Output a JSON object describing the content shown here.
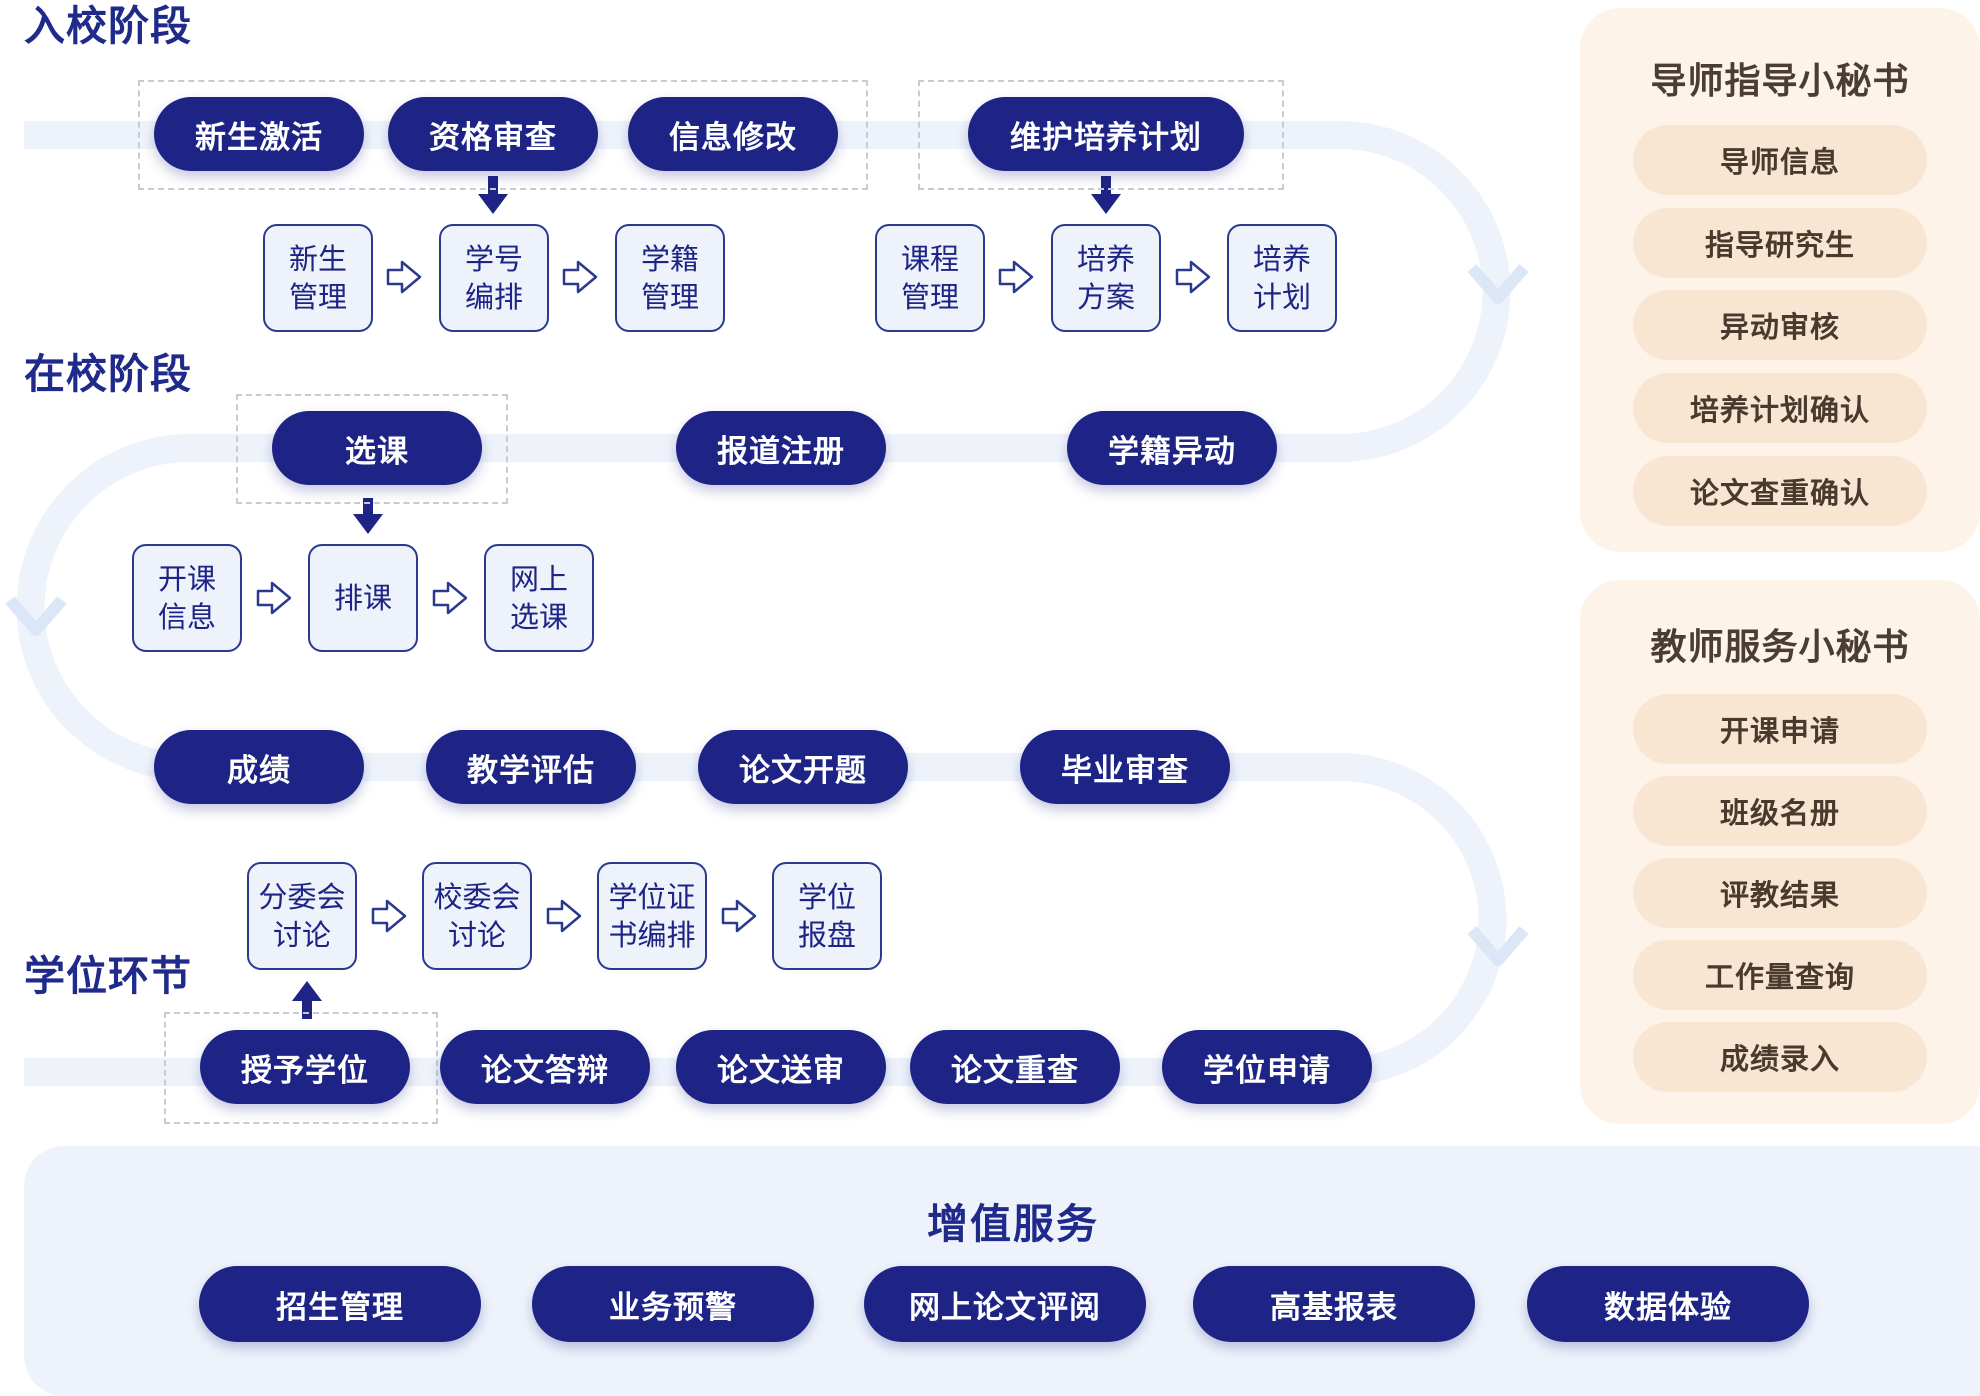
{
  "stages": {
    "enroll": "入校阶段",
    "onCampus": "在校阶段",
    "degree": "学位环节"
  },
  "row1": {
    "pills": [
      "新生激活",
      "资格审查",
      "信息修改",
      "维护培养计划"
    ],
    "boxes": [
      "新生\n管理",
      "学号\n编排",
      "学籍\n管理",
      "课程\n管理",
      "培养\n方案",
      "培养\n计划"
    ]
  },
  "row2": {
    "pills": [
      "选课",
      "报道注册",
      "学籍异动"
    ],
    "boxes": [
      "开课\n信息",
      "排课",
      "网上\n选课"
    ]
  },
  "row3": {
    "pills": [
      "成绩",
      "教学评估",
      "论文开题",
      "毕业审查"
    ],
    "boxes": [
      "分委会\n讨论",
      "校委会\n讨论",
      "学位证\n书编排",
      "学位\n报盘"
    ]
  },
  "row4": {
    "pills": [
      "授予学位",
      "论文答辩",
      "论文送审",
      "论文重查",
      "学位申请"
    ]
  },
  "mentor": {
    "title": "导师指导小秘书",
    "items": [
      "导师信息",
      "指导研究生",
      "异动审核",
      "培养计划确认",
      "论文查重确认"
    ]
  },
  "teacher": {
    "title": "教师服务小秘书",
    "items": [
      "开课申请",
      "班级名册",
      "评教结果",
      "工作量查询",
      "成绩录入"
    ]
  },
  "valueAdded": {
    "title": "增值服务",
    "items": [
      "招生管理",
      "业务预警",
      "网上论文评阅",
      "高基报表",
      "数据体验"
    ]
  },
  "colors": {
    "pill": "#1e2486",
    "box_bg": "#edf2fb",
    "track": "#eef3fb",
    "secretary_bg": "#fdf3e9",
    "secretary_item": "#f8e6d2"
  }
}
